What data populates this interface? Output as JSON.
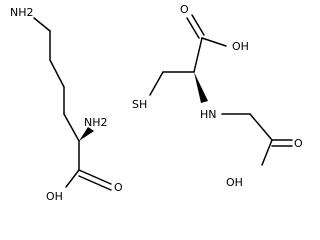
{
  "molecules": [
    {
      "atoms": {
        "amine_terminal": "NH2",
        "amine_alpha": "NH2",
        "hydroxyl": "OH",
        "carbonyl_oxygen": "O"
      }
    },
    {
      "atoms": {
        "hydroxyl_top": "OH",
        "carbonyl_oxygen_top": "O",
        "thiol": "SH",
        "amine_secondary": "HN",
        "hydroxyl_bottom": "OH",
        "carbonyl_oxygen_bottom": "O"
      }
    }
  ]
}
